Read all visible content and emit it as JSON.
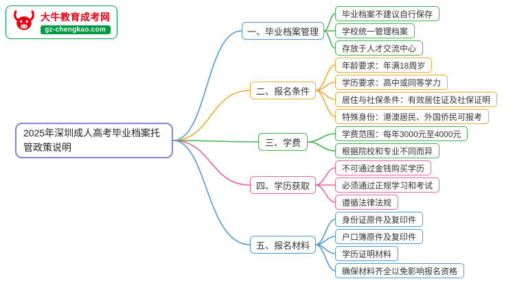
{
  "logo": {
    "title": "大牛教育成考网",
    "subtitle": "gz-chengkao.com",
    "brand_red": "#e60012",
    "brand_green": "#009944"
  },
  "root": {
    "label": "2025年深圳成人高考毕业档案托管政策说明",
    "border_color": "#7d82dd"
  },
  "branches": [
    {
      "label": "一、毕业档案管理",
      "color": "#4d9bd6",
      "leaf_color": "#3fb44c",
      "leaves": [
        "毕业档案不建议自行保存",
        "学校统一管理档案",
        "存放于人才交流中心"
      ]
    },
    {
      "label": "二、报名条件",
      "color": "#efa92d",
      "leaf_color": "#efa92d",
      "leaves": [
        "年龄要求：年满18周岁",
        "学历要求：高中或同等学力",
        "居住与社保条件：有效居住证及社保证明",
        "特殊身份：港澳居民、外国侨民可报考"
      ]
    },
    {
      "label": "三、学费",
      "color": "#3fb44c",
      "leaf_color": "#3fb44c",
      "leaves": [
        "学费范围：每年3000元至4000元",
        "根据院校和专业不同而异"
      ]
    },
    {
      "label": "四、学历获取",
      "color": "#ef5da2",
      "leaf_color": "#ef5da2",
      "leaves": [
        "不可通过金钱购买学历",
        "必须通过正规学习和考试",
        "遵循法律法规"
      ]
    },
    {
      "label": "五、报名材料",
      "color": "#4d9bd6",
      "leaf_color": "#4d9bd6",
      "leaves": [
        "身份证原件及复印件",
        "户口簿原件及复印件",
        "学历证明材料",
        "确保材料齐全以免影响报名资格"
      ]
    }
  ]
}
